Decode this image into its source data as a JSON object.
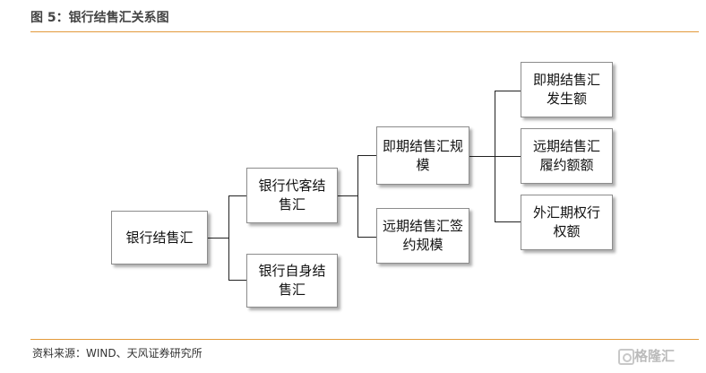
{
  "figure": {
    "title": "图 5：银行结售汇关系图",
    "source": "资料来源：WIND、天风证券研究所"
  },
  "diagram": {
    "root": "银行结售汇",
    "agent": "银行代客结售汇",
    "self": "银行自身结售汇",
    "spot_scale": "即期结售汇规模",
    "forward_scale": "远期结售汇签约规模",
    "spot_amount": "即期结售汇发生额",
    "forward_perform": "远期结售汇履约额额",
    "fx_option": "外汇期权行权额"
  },
  "watermark": {
    "text": "格隆汇"
  },
  "colors": {
    "rule": "#e39a3b",
    "box_border": "#8c8c8c",
    "line": "#222222"
  }
}
